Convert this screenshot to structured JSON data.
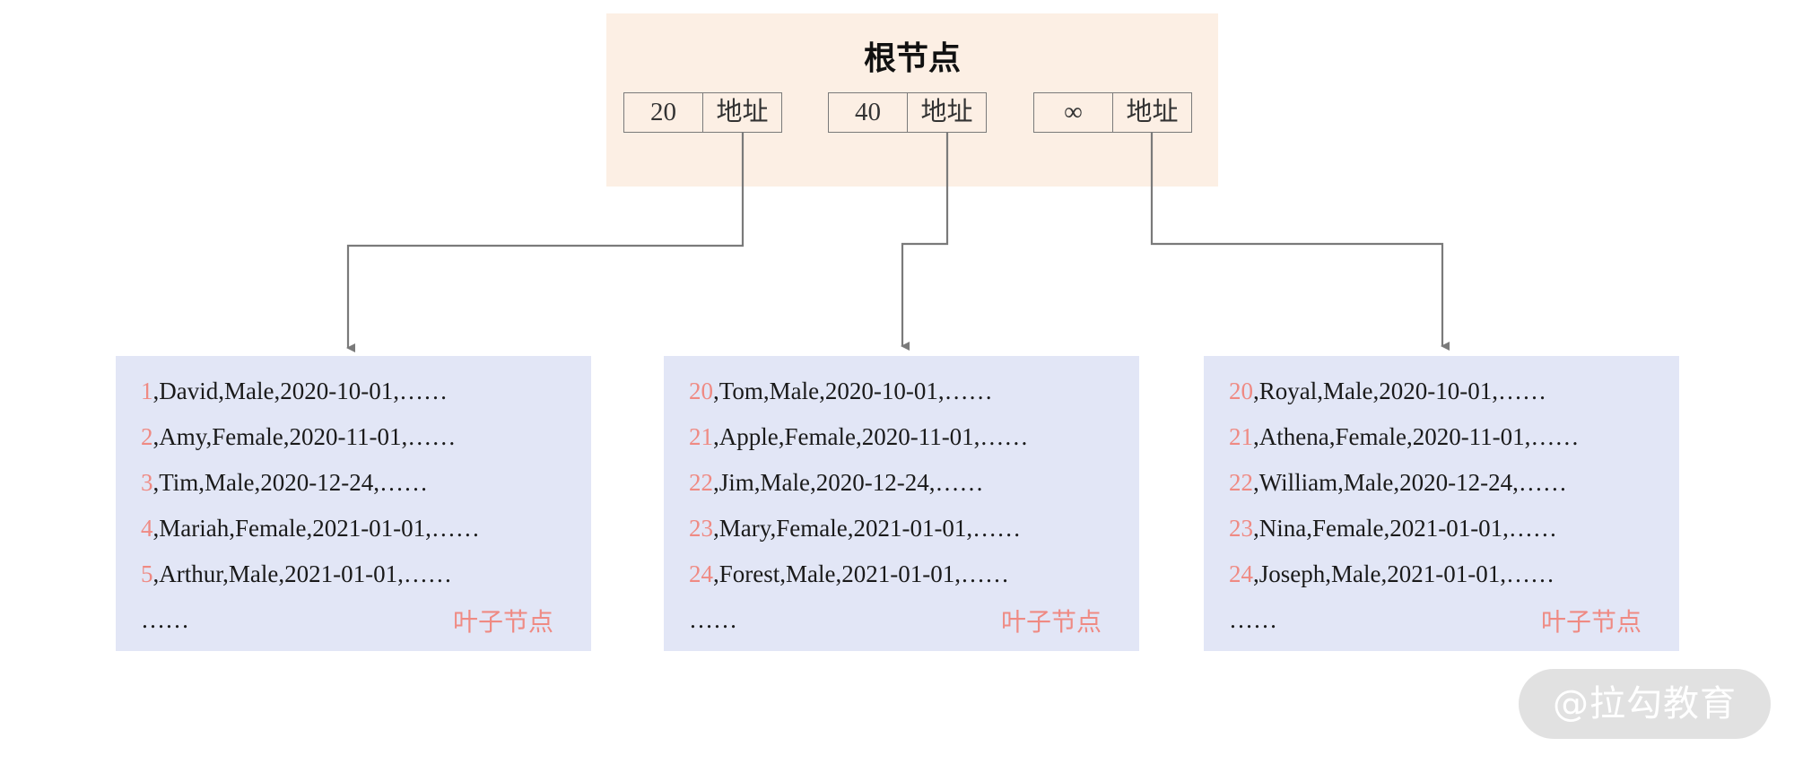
{
  "root": {
    "title": "根节点",
    "entries": [
      {
        "key": "20",
        "pointer": "地址"
      },
      {
        "key": "40",
        "pointer": "地址"
      },
      {
        "key": "∞",
        "pointer": "地址"
      }
    ]
  },
  "leaves": [
    {
      "rows": [
        {
          "id": "1",
          "rest": ",David,Male,2020-10-01,……"
        },
        {
          "id": "2",
          "rest": ",Amy,Female,2020-11-01,……"
        },
        {
          "id": "3",
          "rest": ",Tim,Male,2020-12-24,……"
        },
        {
          "id": "4",
          "rest": ",Mariah,Female,2021-01-01,……"
        },
        {
          "id": "5",
          "rest": ",Arthur,Male,2021-01-01,……"
        }
      ],
      "ellipsis": "……",
      "label": "叶子节点"
    },
    {
      "rows": [
        {
          "id": "20",
          "rest": ",Tom,Male,2020-10-01,……"
        },
        {
          "id": "21",
          "rest": ",Apple,Female,2020-11-01,……"
        },
        {
          "id": "22",
          "rest": ",Jim,Male,2020-12-24,……"
        },
        {
          "id": "23",
          "rest": ",Mary,Female,2021-01-01,……"
        },
        {
          "id": "24",
          "rest": ",Forest,Male,2021-01-01,……"
        }
      ],
      "ellipsis": "……",
      "label": "叶子节点"
    },
    {
      "rows": [
        {
          "id": "20",
          "rest": ",Royal,Male,2020-10-01,……"
        },
        {
          "id": "21",
          "rest": ",Athena,Female,2020-11-01,……"
        },
        {
          "id": "22",
          "rest": ",William,Male,2020-12-24,……"
        },
        {
          "id": "23",
          "rest": ",Nina,Female,2021-01-01,……"
        },
        {
          "id": "24",
          "rest": ",Joseph,Male,2021-01-01,……"
        }
      ],
      "ellipsis": "……",
      "label": "叶子节点"
    }
  ],
  "watermark": "@拉勾教育",
  "colors": {
    "root_background": "#fcefe4",
    "leaf_background": "#e2e6f6",
    "accent": "#ef8a83",
    "connector": "#7a7a7a"
  }
}
